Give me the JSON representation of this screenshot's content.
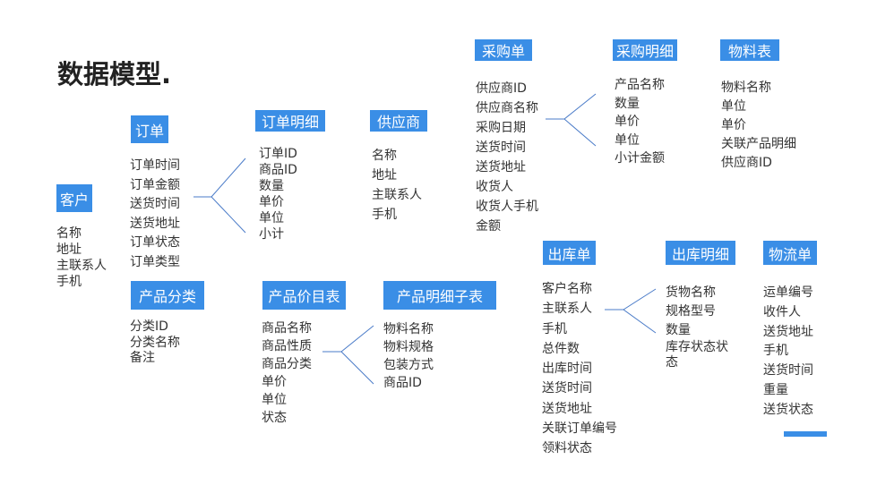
{
  "title": "数据模型.",
  "entities": {
    "customer": {
      "name": "客户",
      "fields": [
        "名称",
        "地址",
        "主联系人",
        "手机"
      ]
    },
    "order": {
      "name": "订单",
      "fields": [
        "订单时间",
        "订单金额",
        "送货时间",
        "送货地址",
        "订单状态",
        "订单类型"
      ]
    },
    "order_detail": {
      "name": "订单明细",
      "fields": [
        "订单ID",
        "商品ID",
        "数量",
        "单价",
        "单位",
        "小计"
      ]
    },
    "supplier": {
      "name": "供应商",
      "fields": [
        "名称",
        "地址",
        "主联系人",
        "手机"
      ]
    },
    "purchase": {
      "name": "采购单",
      "fields": [
        "供应商ID",
        "供应商名称",
        "采购日期",
        "送货时间",
        "送货地址",
        "收货人",
        "收货人手机",
        "金额"
      ]
    },
    "purchase_detail": {
      "name": "采购明细",
      "fields": [
        "产品名称",
        "数量",
        "单价",
        "单位",
        "小计金额"
      ]
    },
    "material": {
      "name": "物料表",
      "fields": [
        "物料名称",
        "单位",
        "单价",
        "关联产品明细",
        "供应商ID"
      ]
    },
    "category": {
      "name": "产品分类",
      "fields": [
        "分类ID",
        "分类名称",
        "备注"
      ]
    },
    "price_list": {
      "name": "产品价目表",
      "fields": [
        "商品名称",
        "商品性质",
        "商品分类",
        "单价",
        "单位",
        "状态"
      ]
    },
    "product_detail": {
      "name": "产品明细子表",
      "fields": [
        "物料名称",
        "物料规格",
        "包装方式",
        "商品ID"
      ]
    },
    "outbound": {
      "name": "出库单",
      "fields": [
        "客户名称",
        "主联系人",
        "手机",
        "总件数",
        "出库时间",
        "送货时间",
        "送货地址",
        "关联订单编号",
        "领料状态"
      ]
    },
    "outbound_detail": {
      "name": "出库明细",
      "fields": [
        "货物名称",
        "规格型号",
        "数量",
        "库存状态状态"
      ]
    },
    "logistics": {
      "name": "物流单",
      "fields": [
        "运单编号",
        "收件人",
        "送货地址",
        "手机",
        "送货时间",
        "重量",
        "送货状态"
      ]
    }
  },
  "colors": {
    "accent": "#3a8ee6",
    "line": "#4a7bc8"
  }
}
